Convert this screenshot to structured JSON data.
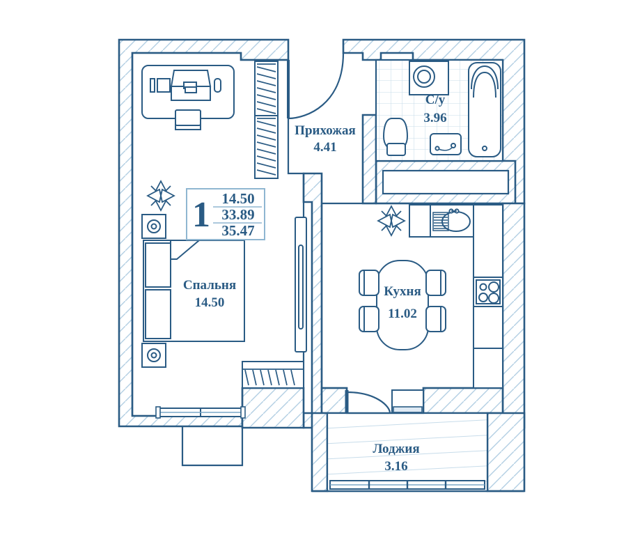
{
  "plan": {
    "type": "apartment-floor-plan",
    "rooms_badge": {
      "rooms_count": "1",
      "living_area": "14.50",
      "area_without_loggia": "33.89",
      "total_area": "35.47"
    },
    "rooms": [
      {
        "id": "hallway",
        "name": "Прихожая",
        "area": "4.41"
      },
      {
        "id": "bathroom",
        "name": "С/у",
        "area": "3.96"
      },
      {
        "id": "bedroom",
        "name": "Спальня",
        "area": "14.50"
      },
      {
        "id": "kitchen",
        "name": "Кухня",
        "area": "11.02"
      },
      {
        "id": "loggia",
        "name": "Лоджия",
        "area": "3.16"
      }
    ],
    "fixtures": [
      {
        "name": "desk-with-monitor",
        "room": "bedroom"
      },
      {
        "name": "office-chair",
        "room": "bedroom"
      },
      {
        "name": "plant",
        "room": "bedroom"
      },
      {
        "name": "double-bed",
        "room": "bedroom"
      },
      {
        "name": "nightstand-lamp",
        "room": "bedroom"
      },
      {
        "name": "wardrobe",
        "room": "bedroom"
      },
      {
        "name": "window",
        "room": "bedroom"
      },
      {
        "name": "wardrobe-hallway",
        "room": "hallway"
      },
      {
        "name": "entrance-door",
        "room": "hallway"
      },
      {
        "name": "washing-machine",
        "room": "bathroom"
      },
      {
        "name": "toilet",
        "room": "bathroom"
      },
      {
        "name": "sink",
        "room": "bathroom"
      },
      {
        "name": "bathtub",
        "room": "bathroom"
      },
      {
        "name": "kitchen-sink",
        "room": "kitchen"
      },
      {
        "name": "stove",
        "room": "kitchen"
      },
      {
        "name": "dining-table",
        "room": "kitchen"
      },
      {
        "name": "chair",
        "room": "kitchen"
      },
      {
        "name": "plant",
        "room": "kitchen"
      },
      {
        "name": "balcony-door",
        "room": "kitchen"
      },
      {
        "name": "loggia-window",
        "room": "loggia"
      }
    ],
    "colors": {
      "line": "#2a5b84",
      "line_light": "#7aa7c7",
      "hatch": "#aecbe0",
      "tile": "#cfe2ef",
      "background": "#ffffff"
    }
  }
}
